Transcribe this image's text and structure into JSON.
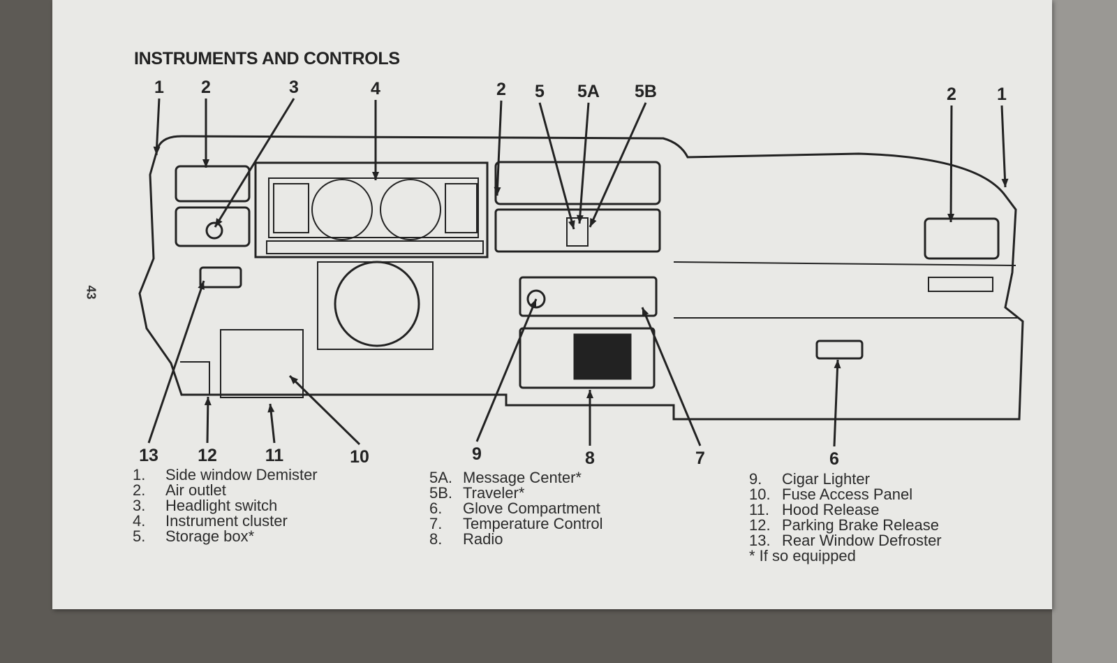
{
  "title": "INSTRUMENTS AND CONTROLS",
  "page_number": "43",
  "callouts": [
    "1",
    "2",
    "3",
    "4",
    "2",
    "5",
    "5A",
    "5B",
    "2",
    "1",
    "13",
    "12",
    "11",
    "10",
    "9",
    "8",
    "7",
    "6"
  ],
  "legend": {
    "col1": [
      {
        "num": "1.",
        "text": "Side window Demister"
      },
      {
        "num": "2.",
        "text": "Air outlet"
      },
      {
        "num": "3.",
        "text": "Headlight switch"
      },
      {
        "num": "4.",
        "text": "Instrument cluster"
      },
      {
        "num": "5.",
        "text": "Storage box*"
      }
    ],
    "col2": [
      {
        "num": "5A.",
        "text": "Message Center*"
      },
      {
        "num": "5B.",
        "text": "Traveler*"
      },
      {
        "num": "6.",
        "text": "Glove Compartment"
      },
      {
        "num": "7.",
        "text": "Temperature Control"
      },
      {
        "num": "8.",
        "text": "Radio"
      }
    ],
    "col3": [
      {
        "num": "9.",
        "text": "Cigar Lighter"
      },
      {
        "num": "10.",
        "text": "Fuse Access Panel"
      },
      {
        "num": "11.",
        "text": "Hood Release"
      },
      {
        "num": "12.",
        "text": "Parking Brake Release"
      },
      {
        "num": "13.",
        "text": "Rear Window Defroster"
      }
    ],
    "footnote": "*  If so equipped"
  },
  "colors": {
    "paper": "#e9e9e6",
    "ink": "#222222",
    "background": "#5d5a55"
  }
}
